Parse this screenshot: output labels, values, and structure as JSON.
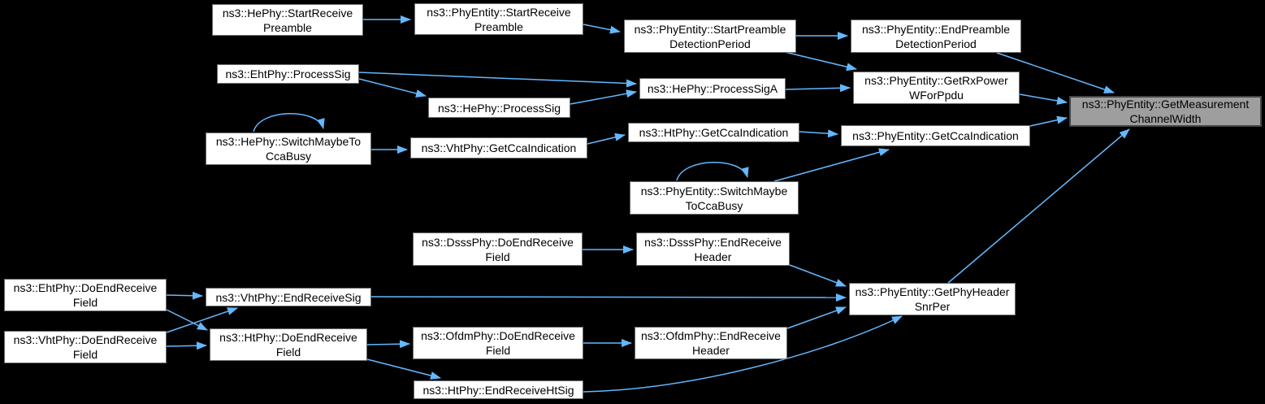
{
  "diagram": {
    "type": "doxygen-caller-graph",
    "target_function": "ns3::PhyEntity::GetMeasurementChannelWidth",
    "colors": {
      "edge": "#63b8ff",
      "node_fill": "#ffffff",
      "node_border": "#6b6b6b",
      "highlight_fill": "#9e9e9e",
      "highlight_border": "#444444",
      "text": "#000000",
      "background": "#000000"
    },
    "nodes": [
      {
        "id": "hephy-startreceivepreamble",
        "label": "ns3::HePhy::StartReceive\nPreamble"
      },
      {
        "id": "phyentity-startreceivepreamble",
        "label": "ns3::PhyEntity::StartReceive\nPreamble"
      },
      {
        "id": "phyentity-startpreambledetectionperiod",
        "label": "ns3::PhyEntity::StartPreamble\nDetectionPeriod"
      },
      {
        "id": "phyentity-endpreambledetectionperiod",
        "label": "ns3::PhyEntity::EndPreamble\nDetectionPeriod"
      },
      {
        "id": "ehtphy-processsig",
        "label": "ns3::EhtPhy::ProcessSig"
      },
      {
        "id": "hephy-processsig",
        "label": "ns3::HePhy::ProcessSig"
      },
      {
        "id": "hephy-processsiga",
        "label": "ns3::HePhy::ProcessSigA"
      },
      {
        "id": "phyentity-getrxpowerwforppdu",
        "label": "ns3::PhyEntity::GetRxPower\nWForPpdu"
      },
      {
        "id": "hephy-switchmaybetoccabusy",
        "label": "ns3::HePhy::SwitchMaybeTo\nCcaBusy"
      },
      {
        "id": "vhtphy-getccaindication",
        "label": "ns3::VhtPhy::GetCcaIndication"
      },
      {
        "id": "htphy-getccaindication",
        "label": "ns3::HtPhy::GetCcaIndication"
      },
      {
        "id": "phyentity-getccaindication",
        "label": "ns3::PhyEntity::GetCcaIndication"
      },
      {
        "id": "phyentity-switchmaybetoccabusy",
        "label": "ns3::PhyEntity::SwitchMaybe\nToCcaBusy"
      },
      {
        "id": "phyentity-getmeasurementchannelwidth",
        "label": "ns3::PhyEntity::GetMeasurement\nChannelWidth",
        "highlight": true
      },
      {
        "id": "dsssphy-doendreceivefield",
        "label": "ns3::DsssPhy::DoEndReceive\nField"
      },
      {
        "id": "dsssphy-endreceiveheader",
        "label": "ns3::DsssPhy::EndReceive\nHeader"
      },
      {
        "id": "ehtphy-doendreceivefield",
        "label": "ns3::EhtPhy::DoEndReceive\nField"
      },
      {
        "id": "vhtphy-endreceivesig",
        "label": "ns3::VhtPhy::EndReceiveSig"
      },
      {
        "id": "phyentity-getphyheadersnrper",
        "label": "ns3::PhyEntity::GetPhyHeader\nSnrPer"
      },
      {
        "id": "vhtphy-doendreceivefield",
        "label": "ns3::VhtPhy::DoEndReceive\nField"
      },
      {
        "id": "htphy-doendreceivefield",
        "label": "ns3::HtPhy::DoEndReceive\nField"
      },
      {
        "id": "ofdmphy-doendreceivefield",
        "label": "ns3::OfdmPhy::DoEndReceive\nField"
      },
      {
        "id": "ofdmphy-endreceiveheader",
        "label": "ns3::OfdmPhy::EndReceive\nHeader"
      },
      {
        "id": "htphy-endreceivehtsig",
        "label": "ns3::HtPhy::EndReceiveHtSig"
      }
    ],
    "edges": [
      {
        "from": "ns3::HePhy::StartReceivePreamble",
        "to": "ns3::PhyEntity::StartReceivePreamble"
      },
      {
        "from": "ns3::PhyEntity::StartReceivePreamble",
        "to": "ns3::PhyEntity::StartPreambleDetectionPeriod"
      },
      {
        "from": "ns3::PhyEntity::StartPreambleDetectionPeriod",
        "to": "ns3::PhyEntity::EndPreambleDetectionPeriod"
      },
      {
        "from": "ns3::PhyEntity::StartPreambleDetectionPeriod",
        "to": "ns3::PhyEntity::GetRxPowerWForPpdu"
      },
      {
        "from": "ns3::PhyEntity::EndPreambleDetectionPeriod",
        "to": "ns3::PhyEntity::GetMeasurementChannelWidth"
      },
      {
        "from": "ns3::EhtPhy::ProcessSig",
        "to": "ns3::HePhy::ProcessSigA"
      },
      {
        "from": "ns3::EhtPhy::ProcessSig",
        "to": "ns3::HePhy::ProcessSig"
      },
      {
        "from": "ns3::HePhy::ProcessSig",
        "to": "ns3::HePhy::ProcessSigA"
      },
      {
        "from": "ns3::HePhy::ProcessSigA",
        "to": "ns3::PhyEntity::GetRxPowerWForPpdu"
      },
      {
        "from": "ns3::PhyEntity::GetRxPowerWForPpdu",
        "to": "ns3::PhyEntity::GetMeasurementChannelWidth"
      },
      {
        "from": "ns3::HePhy::SwitchMaybeToCcaBusy",
        "to": "ns3::HePhy::SwitchMaybeToCcaBusy"
      },
      {
        "from": "ns3::HePhy::SwitchMaybeToCcaBusy",
        "to": "ns3::VhtPhy::GetCcaIndication"
      },
      {
        "from": "ns3::VhtPhy::GetCcaIndication",
        "to": "ns3::HtPhy::GetCcaIndication"
      },
      {
        "from": "ns3::HtPhy::GetCcaIndication",
        "to": "ns3::PhyEntity::GetCcaIndication"
      },
      {
        "from": "ns3::PhyEntity::GetCcaIndication",
        "to": "ns3::PhyEntity::GetMeasurementChannelWidth"
      },
      {
        "from": "ns3::PhyEntity::SwitchMaybeToCcaBusy",
        "to": "ns3::PhyEntity::SwitchMaybeToCcaBusy"
      },
      {
        "from": "ns3::PhyEntity::SwitchMaybeToCcaBusy",
        "to": "ns3::PhyEntity::GetCcaIndication"
      },
      {
        "from": "ns3::DsssPhy::DoEndReceiveField",
        "to": "ns3::DsssPhy::EndReceiveHeader"
      },
      {
        "from": "ns3::DsssPhy::EndReceiveHeader",
        "to": "ns3::PhyEntity::GetPhyHeaderSnrPer"
      },
      {
        "from": "ns3::EhtPhy::DoEndReceiveField",
        "to": "ns3::VhtPhy::EndReceiveSig"
      },
      {
        "from": "ns3::EhtPhy::DoEndReceiveField",
        "to": "ns3::HtPhy::DoEndReceiveField"
      },
      {
        "from": "ns3::VhtPhy::DoEndReceiveField",
        "to": "ns3::VhtPhy::EndReceiveSig"
      },
      {
        "from": "ns3::VhtPhy::DoEndReceiveField",
        "to": "ns3::HtPhy::DoEndReceiveField"
      },
      {
        "from": "ns3::VhtPhy::EndReceiveSig",
        "to": "ns3::PhyEntity::GetPhyHeaderSnrPer"
      },
      {
        "from": "ns3::HtPhy::DoEndReceiveField",
        "to": "ns3::OfdmPhy::DoEndReceiveField"
      },
      {
        "from": "ns3::HtPhy::DoEndReceiveField",
        "to": "ns3::HtPhy::EndReceiveHtSig"
      },
      {
        "from": "ns3::OfdmPhy::DoEndReceiveField",
        "to": "ns3::OfdmPhy::EndReceiveHeader"
      },
      {
        "from": "ns3::OfdmPhy::EndReceiveHeader",
        "to": "ns3::PhyEntity::GetPhyHeaderSnrPer"
      },
      {
        "from": "ns3::HtPhy::EndReceiveHtSig",
        "to": "ns3::PhyEntity::GetPhyHeaderSnrPer"
      },
      {
        "from": "ns3::PhyEntity::GetPhyHeaderSnrPer",
        "to": "ns3::PhyEntity::GetMeasurementChannelWidth"
      }
    ]
  }
}
